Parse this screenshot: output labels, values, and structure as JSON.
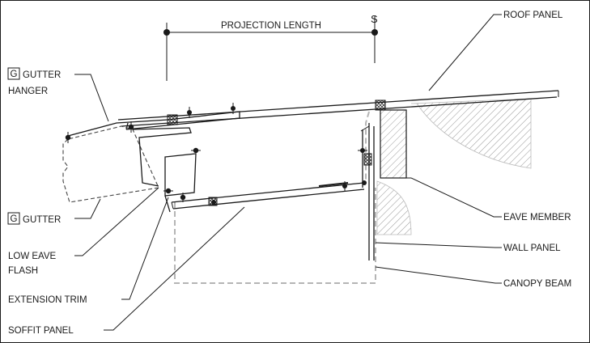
{
  "dimension": {
    "label": "PROJECTION LENGTH",
    "centerline_symbol": "S"
  },
  "callouts": {
    "roof_panel": "ROOF PANEL",
    "gutter_hanger_line1": "GUTTER",
    "gutter_hanger_line2": "HANGER",
    "gutter": "GUTTER",
    "low_eave_line1": "LOW EAVE",
    "low_eave_line2": "FLASH",
    "extension_trim": "EXTENSION TRIM",
    "soffit_panel": "SOFFIT PANEL",
    "eave_member": "EAVE MEMBER",
    "wall_panel": "WALL PANEL",
    "canopy_beam": "CANOPY BEAM"
  },
  "tag_letter": "G",
  "colors": {
    "line": "#1a1a1a",
    "hatch": "#9a9a9a",
    "ghost": "#b5b5b5"
  }
}
